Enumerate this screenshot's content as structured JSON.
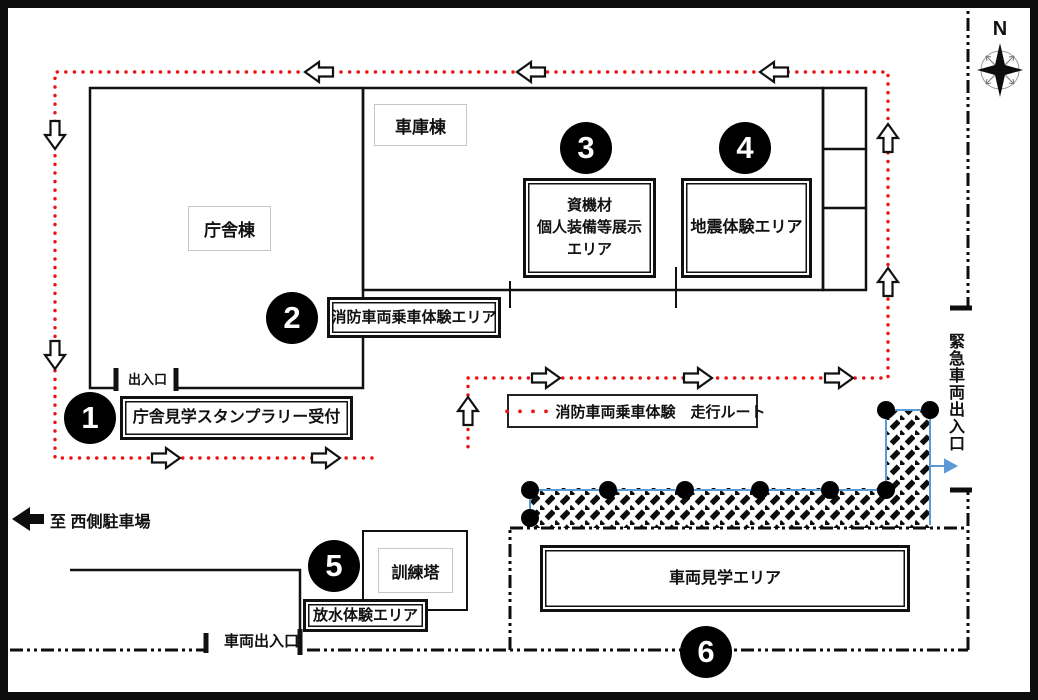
{
  "map": {
    "compass": {
      "north_label": "N"
    },
    "buildings": {
      "office": "庁舎棟",
      "garage": "車庫棟",
      "training_tower": "訓練塔"
    },
    "gates": {
      "entrance": "出入口",
      "vehicle_gate": "車両出入口",
      "emergency_gate": "緊急車両出入口"
    },
    "directions": {
      "west_parking": "至 西側駐車場"
    },
    "areas": [
      {
        "number": "1",
        "label": "庁舎見学スタンプラリー受付"
      },
      {
        "number": "2",
        "label": "消防車両乗車体験エリア"
      },
      {
        "number": "3",
        "label": "資機材個人装備等展示エリア",
        "lines": [
          "資機材",
          "個人装備等展示",
          "エリア"
        ]
      },
      {
        "number": "4",
        "label": "地震体験エリア"
      },
      {
        "number": "5",
        "label": "放水体験エリア"
      },
      {
        "number": "6",
        "label": "車両見学エリア"
      }
    ],
    "legend": {
      "dots": "・・・・",
      "label": "消防車両乗車体験　走行ルート"
    },
    "colors": {
      "route_red": "#ee1111",
      "rope_blue": "#5b9bd5",
      "ink": "#111111"
    }
  }
}
